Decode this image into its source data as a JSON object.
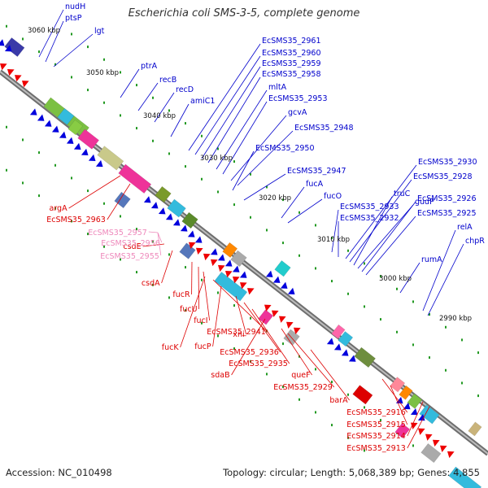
{
  "title": "Escherichia coli SMS-3-5, complete genome",
  "footer": {
    "accession_label": "Accession:",
    "accession": "NC_010498",
    "topology_label": "Topology:",
    "topology": "circular",
    "length_label": "Length:",
    "length": "5,068,389 bp",
    "genes_label": "Genes:",
    "genes": "4,855"
  },
  "colors": {
    "forward_label": "#0000cc",
    "reverse_label": "#dd0000",
    "pink_label": "#ee88bb",
    "backbone": "#888888",
    "tick": "#229922"
  },
  "ticks": [
    "3060 kbp",
    "3050 kbp",
    "3040 kbp",
    "3030 kbp",
    "3020 kbp",
    "3010 kbp",
    "3000 kbp",
    "2990 kbp"
  ],
  "forward_labels": [
    "nudH",
    "ptsP",
    "lgt",
    "ptrA",
    "recB",
    "recD",
    "amiC1",
    "EcSMS35_2961",
    "EcSMS35_2960",
    "EcSMS35_2959",
    "EcSMS35_2958",
    "mltA",
    "EcSMS35_2953",
    "gcvA",
    "EcSMS35_2948",
    "EcSMS35_2950",
    "EcSMS35_2947",
    "fucA",
    "fucO",
    "EcSMS35_2930",
    "EcSMS35_2928",
    "truC",
    "gudP",
    "EcSMS35_2933",
    "EcSMS35_2926",
    "EcSMS35_2932",
    "EcSMS35_2925",
    "relA",
    "chpR",
    "rumA"
  ],
  "reverse_labels": [
    "argA",
    "EcSMS35_2963",
    "csdE",
    "csdA",
    "fucR",
    "fucU",
    "fucI",
    "EcSMS35_2941",
    "fucK",
    "fucP",
    "xni",
    "EcSMS35_2936",
    "EcSMS35_2935",
    "sdaB",
    "queF",
    "EcSMS35_2929",
    "barA",
    "EcSMS35_2916",
    "EcSMS35_2915",
    "EcSMS35_2914",
    "EcSMS35_2913"
  ],
  "pink_labels": [
    "EcSMS35_2957",
    "EcSMS35_2956",
    "EcSMS35_2955"
  ]
}
